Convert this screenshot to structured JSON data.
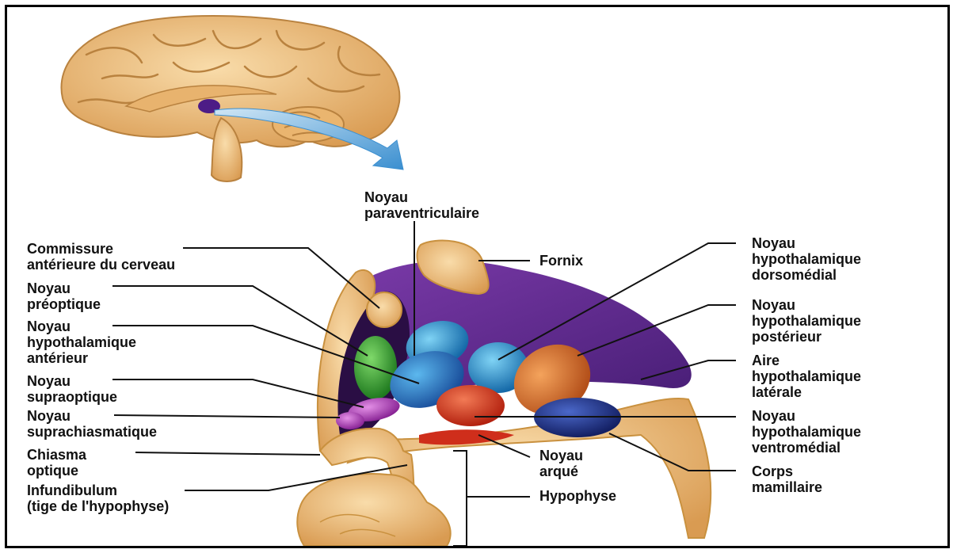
{
  "labels": {
    "paraventriculaire": [
      "Noyau",
      "paraventriculaire"
    ],
    "commissure": [
      "Commissure",
      "antérieure du cerveau"
    ],
    "preoptique": [
      "Noyau",
      "préoptique"
    ],
    "hypothalamique_anterieur": [
      "Noyau",
      "hypothalamique",
      "antérieur"
    ],
    "supraoptique": [
      "Noyau",
      "supraoptique"
    ],
    "suprachiasmatique": [
      "Noyau",
      "suprachiasmatique"
    ],
    "chiasma": [
      "Chiasma",
      "optique"
    ],
    "infundibulum": [
      "Infundibulum",
      "(tige de l'hypophyse)"
    ],
    "fornix": [
      "Fornix"
    ],
    "dorsomedial": [
      "Noyau",
      "hypothalamique",
      "dorsomédial"
    ],
    "posterieur": [
      "Noyau",
      "hypothalamique",
      "postérieur"
    ],
    "laterale": [
      "Aire",
      "hypothalamique",
      "latérale"
    ],
    "ventromedial": [
      "Noyau",
      "hypothalamique",
      "ventromédial"
    ],
    "arque": [
      "Noyau",
      "arqué"
    ],
    "mamillaire": [
      "Corps",
      "mamillaire"
    ],
    "hypophyse": [
      "Hypophyse"
    ]
  },
  "colors": {
    "tissue": "#f1c98a",
    "tissue_dark": "#c9913f",
    "lateral_area": "#5b2a86",
    "green_nucleus": "#2f9a2c",
    "blue_nucleus": "#1d8cc8",
    "orange_nucleus": "#d0661f",
    "red_nucleus": "#d8341c",
    "navy_nucleus": "#1f2f8a",
    "arrow": "#4a9fd4"
  }
}
